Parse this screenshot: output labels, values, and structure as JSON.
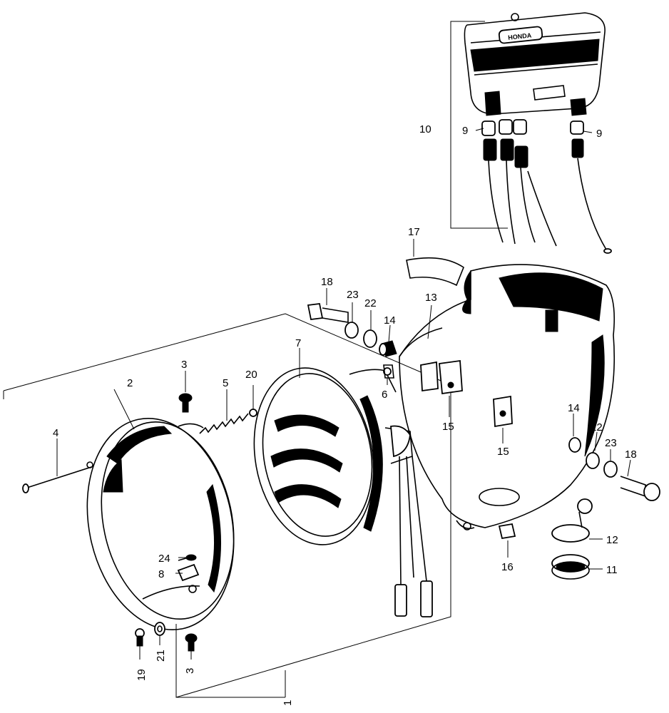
{
  "callouts": [
    {
      "id": "c1",
      "text": "1"
    },
    {
      "id": "c2",
      "text": "2"
    },
    {
      "id": "c3a",
      "text": "3"
    },
    {
      "id": "c3b",
      "text": "3"
    },
    {
      "id": "c4",
      "text": "4"
    },
    {
      "id": "c5",
      "text": "5"
    },
    {
      "id": "c6",
      "text": "6"
    },
    {
      "id": "c7",
      "text": "7"
    },
    {
      "id": "c8",
      "text": "8"
    },
    {
      "id": "c9a",
      "text": "9"
    },
    {
      "id": "c9b",
      "text": "9"
    },
    {
      "id": "c10",
      "text": "10"
    },
    {
      "id": "c11",
      "text": "11"
    },
    {
      "id": "c12",
      "text": "12"
    },
    {
      "id": "c13",
      "text": "13"
    },
    {
      "id": "c14a",
      "text": "14"
    },
    {
      "id": "c14b",
      "text": "14"
    },
    {
      "id": "c15a",
      "text": "15"
    },
    {
      "id": "c15b",
      "text": "15"
    },
    {
      "id": "c16",
      "text": "16"
    },
    {
      "id": "c17",
      "text": "17"
    },
    {
      "id": "c18a",
      "text": "18"
    },
    {
      "id": "c18b",
      "text": "18"
    },
    {
      "id": "c19",
      "text": "19"
    },
    {
      "id": "c20",
      "text": "20"
    },
    {
      "id": "c21",
      "text": "21"
    },
    {
      "id": "c22a",
      "text": "22"
    },
    {
      "id": "c22b",
      "text": "22"
    },
    {
      "id": "c23a",
      "text": "23"
    },
    {
      "id": "c23b",
      "text": "23"
    },
    {
      "id": "c24",
      "text": "24"
    }
  ],
  "speedometer_logo": "HONDA"
}
